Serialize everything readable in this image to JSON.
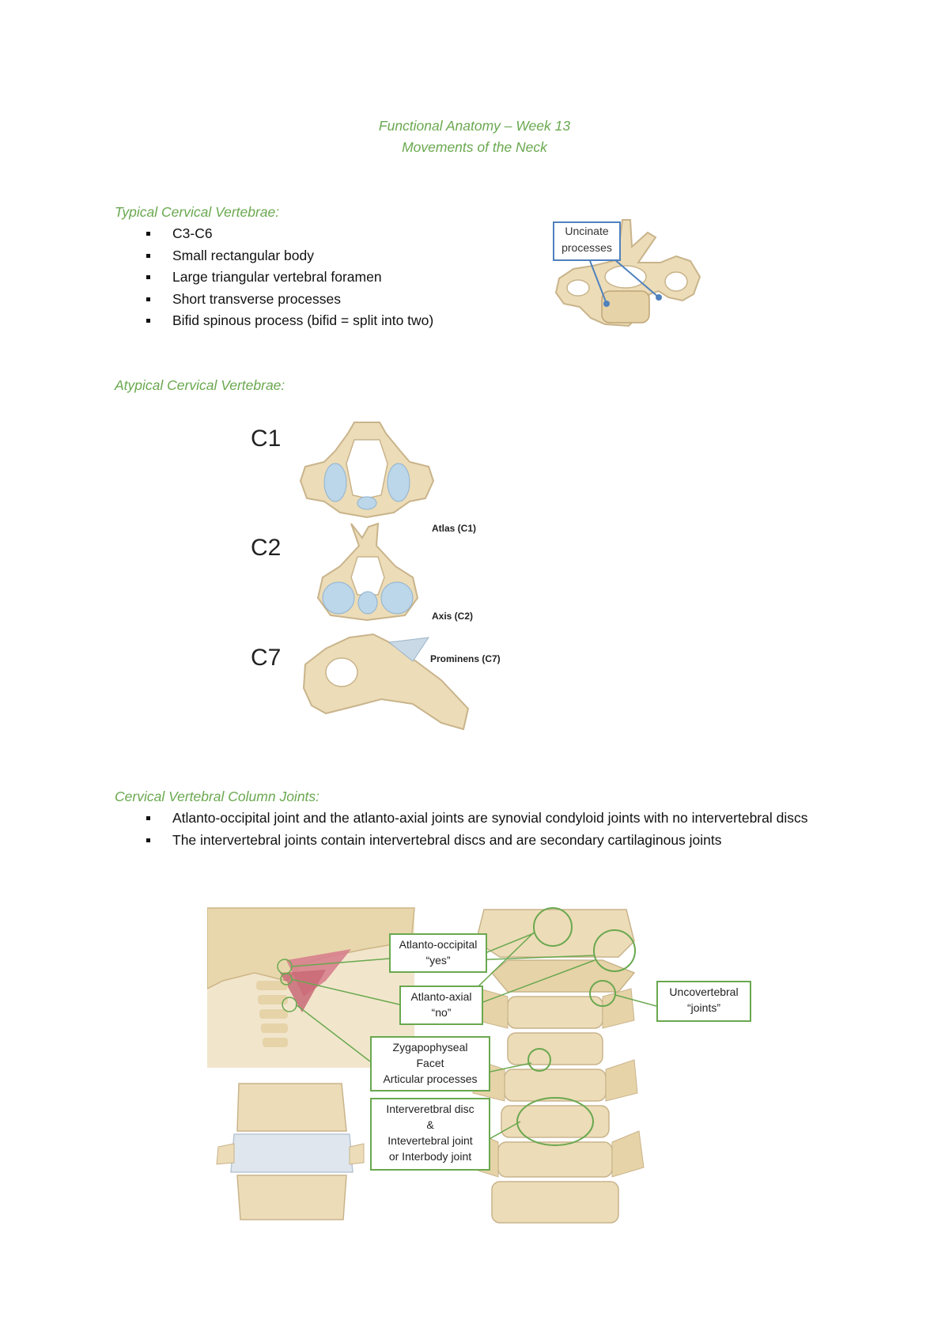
{
  "title": {
    "line1": "Functional Anatomy – Week 13",
    "line2": "Movements of the Neck"
  },
  "typical": {
    "heading": "Typical Cervical Vertebrae:",
    "items": [
      "C3-C6",
      "Small rectangular body",
      "Large triangular vertebral foramen",
      "Short transverse processes",
      "Bifid spinous process (bifid = split into two)"
    ],
    "figure": {
      "callout_line1": "Uncinate",
      "callout_line2": "processes"
    }
  },
  "atypical": {
    "heading": "Atypical Cervical Vertebrae:",
    "labels": {
      "c1": "C1",
      "c2": "C2",
      "c7": "C7"
    },
    "captions": {
      "atlas": "Atlas (C1)",
      "axis": "Axis (C2)",
      "prominens": "Prominens (C7)"
    }
  },
  "joints": {
    "heading": "Cervical Vertebral Column Joints:",
    "items": [
      "Atlanto-occipital joint and the atlanto-axial joints are synovial condyloid joints with no intervertebral discs",
      "The intervertebral joints contain intervertebral discs and are secondary cartilaginous joints"
    ],
    "figure": {
      "atlanto_occipital": [
        "Atlanto-occipital",
        "“yes”"
      ],
      "atlanto_axial": [
        "Atlanto-axial",
        "“no”"
      ],
      "zygapophyseal": [
        "Zygapophyseal",
        "Facet",
        "Articular processes"
      ],
      "interveretbral": [
        "Interveretbral disc",
        "&",
        "Intevertebral joint",
        "or Interbody joint"
      ],
      "uncovertebral": [
        "Uncovertebral",
        "“joints”"
      ]
    }
  },
  "colors": {
    "heading_green": "#6aa84f",
    "callout_green": "#6aa84f",
    "callout_blue": "#4f81bd",
    "bone": "#ecdcb8",
    "cartilage": "#bcd6ea",
    "muscle": "#d7818d"
  }
}
